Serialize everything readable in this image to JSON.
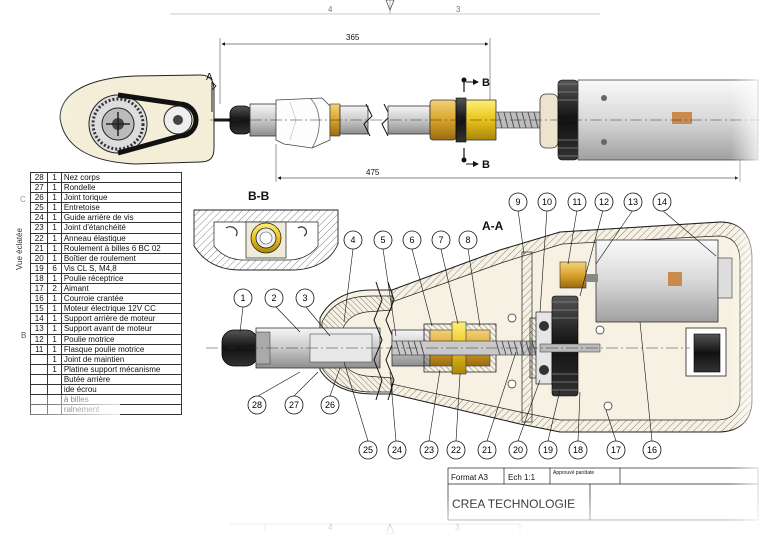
{
  "sheet": {
    "zone_top": "4",
    "zone_top_right": "3",
    "zone_bottom_left": "4",
    "zone_bottom_right": "3",
    "margin_label_rotated": "Vue éclatée",
    "margin_letter_c": "C",
    "margin_letter_b": "B"
  },
  "top_view": {
    "dim_365": "365",
    "dim_475": "475",
    "label_a": "A",
    "label_b_top": "B",
    "label_b_bottom": "B"
  },
  "section_bb": {
    "title": "B-B"
  },
  "section_aa": {
    "title": "A-A",
    "callouts_top": [
      "1",
      "2",
      "3",
      "4",
      "5",
      "6",
      "7",
      "8",
      "9",
      "10",
      "11",
      "12",
      "13",
      "14"
    ],
    "callouts_bottom": [
      "28",
      "27",
      "26",
      "25",
      "24",
      "23",
      "22",
      "21",
      "20",
      "19",
      "18",
      "17",
      "16"
    ]
  },
  "parts_list": [
    {
      "rep": "28",
      "qty": "1",
      "name": "Nez corps"
    },
    {
      "rep": "27",
      "qty": "1",
      "name": "Rondelle"
    },
    {
      "rep": "26",
      "qty": "1",
      "name": "Joint torique"
    },
    {
      "rep": "25",
      "qty": "1",
      "name": "Entretoise"
    },
    {
      "rep": "24",
      "qty": "1",
      "name": "Guide arrière de vis"
    },
    {
      "rep": "23",
      "qty": "1",
      "name": "Joint d'étanchéité"
    },
    {
      "rep": "22",
      "qty": "1",
      "name": "Anneau élastique"
    },
    {
      "rep": "21",
      "qty": "1",
      "name": "Roulement à billes 6 BC 02"
    },
    {
      "rep": "20",
      "qty": "1",
      "name": "Boîtier de roulement"
    },
    {
      "rep": "19",
      "qty": "6",
      "name": "Vis CL S, M4,8"
    },
    {
      "rep": "18",
      "qty": "1",
      "name": "Poulie réceptrice"
    },
    {
      "rep": "17",
      "qty": "2",
      "name": "Aimant"
    },
    {
      "rep": "16",
      "qty": "1",
      "name": "Courroie crantée"
    },
    {
      "rep": "15",
      "qty": "1",
      "name": "Moteur électrique 12V CC"
    },
    {
      "rep": "14",
      "qty": "1",
      "name": "Support arrière de moteur"
    },
    {
      "rep": "13",
      "qty": "1",
      "name": "Support avant de moteur"
    },
    {
      "rep": "12",
      "qty": "1",
      "name": "Poulie motrice"
    },
    {
      "rep": "11",
      "qty": "1",
      "name": "Flasque poulie motrice"
    },
    {
      "rep": "",
      "qty": "1",
      "name": "Joint de maintien"
    },
    {
      "rep": "",
      "qty": "1",
      "name": "Platine support mécanisme"
    },
    {
      "rep": "",
      "qty": "",
      "name": "Butée arrière"
    },
    {
      "rep": "",
      "qty": "",
      "name": "ide écrou"
    },
    {
      "rep": "",
      "qty": "",
      "name": "à billes"
    },
    {
      "rep": "",
      "qty": "",
      "name": "ralnement"
    }
  ],
  "title_block": {
    "format": "Format A3",
    "scale": "Ech 1:1",
    "approved": "Approuvé par/date",
    "company": "CREA TECHNOLOGIE"
  }
}
